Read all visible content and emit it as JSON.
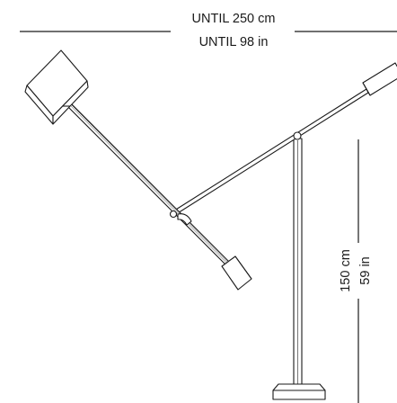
{
  "dimensions": {
    "width_metric": "UNTIL 250 cm",
    "width_imperial": "UNTIL 98 in",
    "height_metric": "150 cm",
    "height_imperial": "59 in"
  },
  "colors": {
    "line": "#1a1a1a",
    "background": "#ffffff"
  }
}
